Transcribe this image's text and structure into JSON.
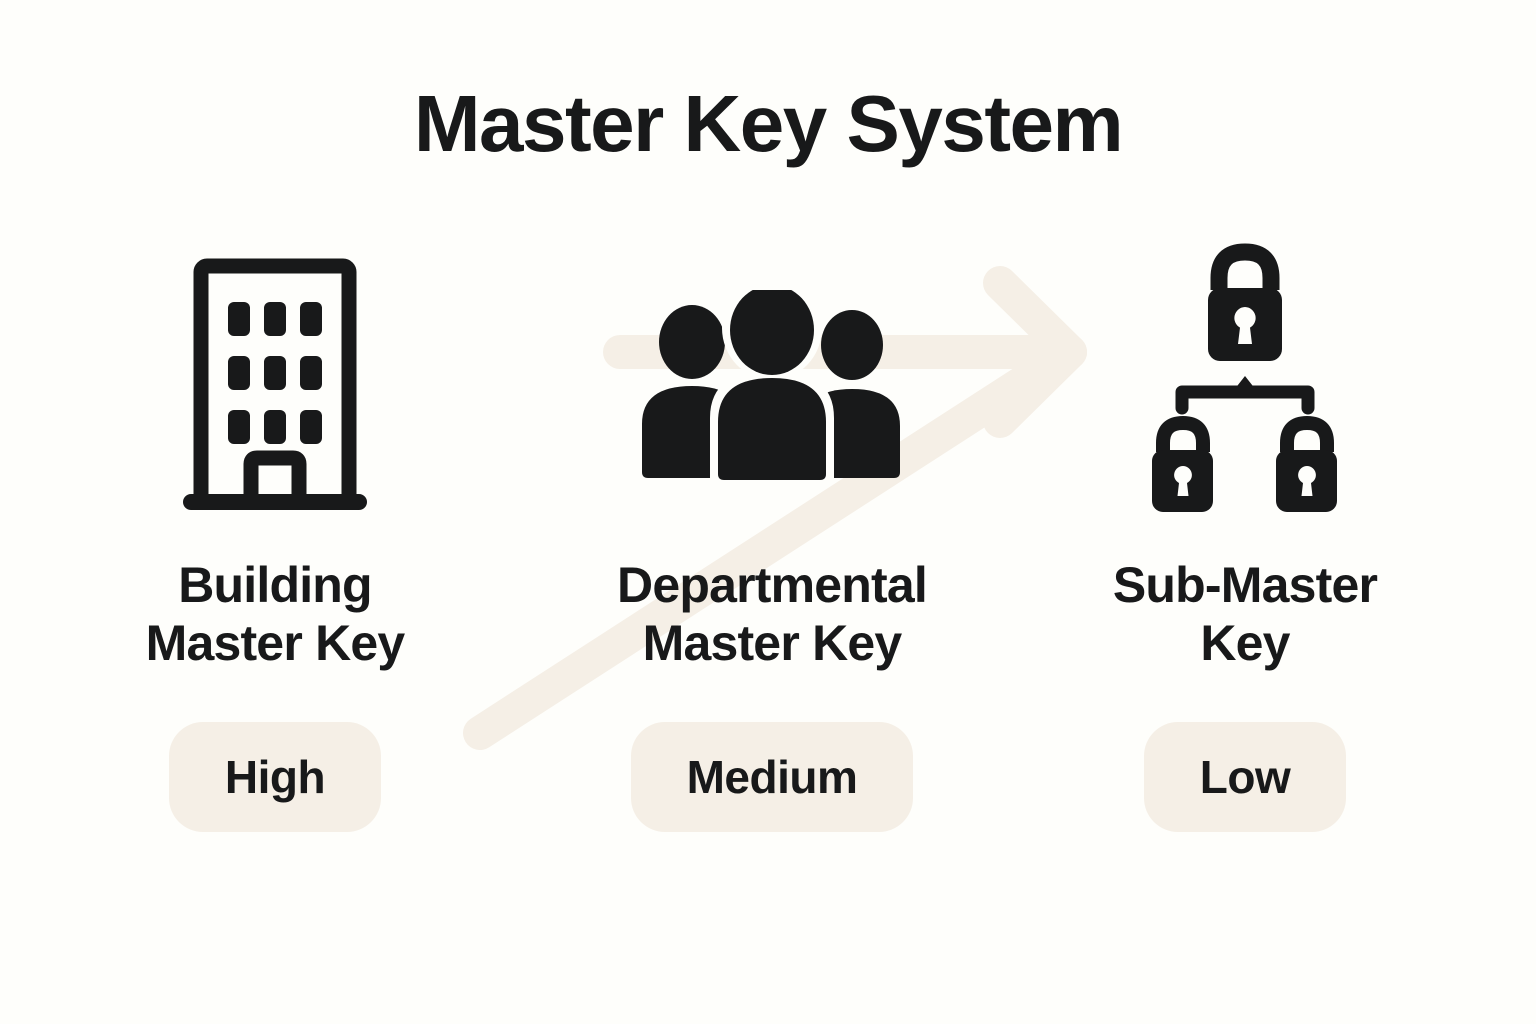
{
  "title": "Master Key System",
  "colors": {
    "background": "#FEFEFB",
    "ink": "#18191A",
    "accent_beige": "#F5EFE6"
  },
  "flow_arrow": {
    "icon": "diagonal-arrow-right",
    "color": "#F5EFE6",
    "from": "Departmental Master Key",
    "to": "Sub-Master Key"
  },
  "columns": [
    {
      "icon": "building-icon",
      "label_line1": "Building",
      "label_line2": "Master Key",
      "badge": "High"
    },
    {
      "icon": "users-group-icon",
      "label_line1": "Departmental",
      "label_line2": "Master Key",
      "badge": "Medium"
    },
    {
      "icon": "lock-hierarchy-icon",
      "label_line1": "Sub-Master",
      "label_line2": "Key",
      "badge": "Low"
    }
  ]
}
